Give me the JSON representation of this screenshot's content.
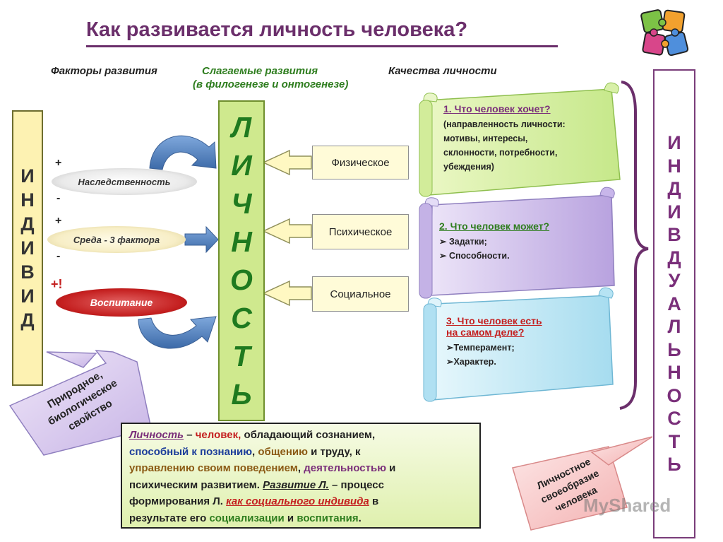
{
  "title": "Как развивается личность человека?",
  "headers": {
    "factors": "Факторы развития",
    "components_line1": "Слагаемые развития",
    "components_line2": "(в филогенезе и онтогенезе)",
    "qualities": "Качества личности"
  },
  "individ": {
    "letters": [
      "И",
      "Н",
      "Д",
      "И",
      "В",
      "И",
      "Д"
    ]
  },
  "lichnost": {
    "letters": [
      "Л",
      "И",
      "Ч",
      "Н",
      "О",
      "С",
      "Т",
      "Ь"
    ]
  },
  "individualnost": {
    "letters": [
      "И",
      "Н",
      "Д",
      "И",
      "В",
      "Д",
      "У",
      "А",
      "Л",
      "Ь",
      "Н",
      "О",
      "С",
      "Т",
      "Ь"
    ]
  },
  "factors": {
    "heredity": "Наследственность",
    "environment": "Среда - 3 фактора",
    "education": "Воспитание",
    "signs": {
      "heredity_plus": "+",
      "heredity_minus": "-",
      "environment_plus": "+",
      "environment_minus": "-",
      "education_plus": "+!"
    }
  },
  "components": {
    "physical": "Физическое",
    "psychic": "Психическое",
    "social": "Социальное"
  },
  "qualities": {
    "card1": {
      "question": "1. Что человек хочет?",
      "lines": [
        "(направленность личности:",
        "мотивы, интересы,",
        "склонности, потребности,",
        "убеждения)"
      ]
    },
    "card2": {
      "question": "2. Что человек может?",
      "lines": [
        "➢ Задатки;",
        "➢ Способности."
      ]
    },
    "card3": {
      "question_line1": "3. Что человек есть",
      "question_line2": "на самом деле?",
      "lines": [
        "➢Темперамент;",
        "➢Характер."
      ]
    }
  },
  "callouts": {
    "natural": [
      "Природное,",
      "биологическое",
      "свойство"
    ],
    "personal": [
      "Личностное",
      "своеобразие",
      "человека"
    ]
  },
  "definition": {
    "t1": "Личность",
    "t2": " – ",
    "t3": "человек,",
    "t4": " обладающий сознанием,",
    "t5": "способный к познанию",
    "t6": ", ",
    "t7": "общению",
    "t8": " и труду, к",
    "t9": "управлению своим поведением",
    "t10": ", ",
    "t11": "деятельностью",
    "t12": " и",
    "t13": "психическим развитием.",
    "t14": " ",
    "t15": "Развитие Л.",
    "t16": " – процесс",
    "t17": "формирования Л.",
    "t18": " ",
    "t19": "как социального индивида",
    "t20": " в",
    "t21": "результате его",
    "t22": " ",
    "t23": "социализации",
    "t24": " и ",
    "t25": "воспитания",
    "t26": "."
  },
  "watermark": "MyShared",
  "colors": {
    "title": "#6b2f6b",
    "lichnost_text": "#1f7a1f",
    "individ_bg": "#fdf2b2",
    "lichnost_bg": "#cfe98e",
    "card1": "#d9f0a8",
    "card2": "#c9b8e8",
    "card3": "#b8e6f4",
    "arrow_blue": "#4f7fbf"
  }
}
